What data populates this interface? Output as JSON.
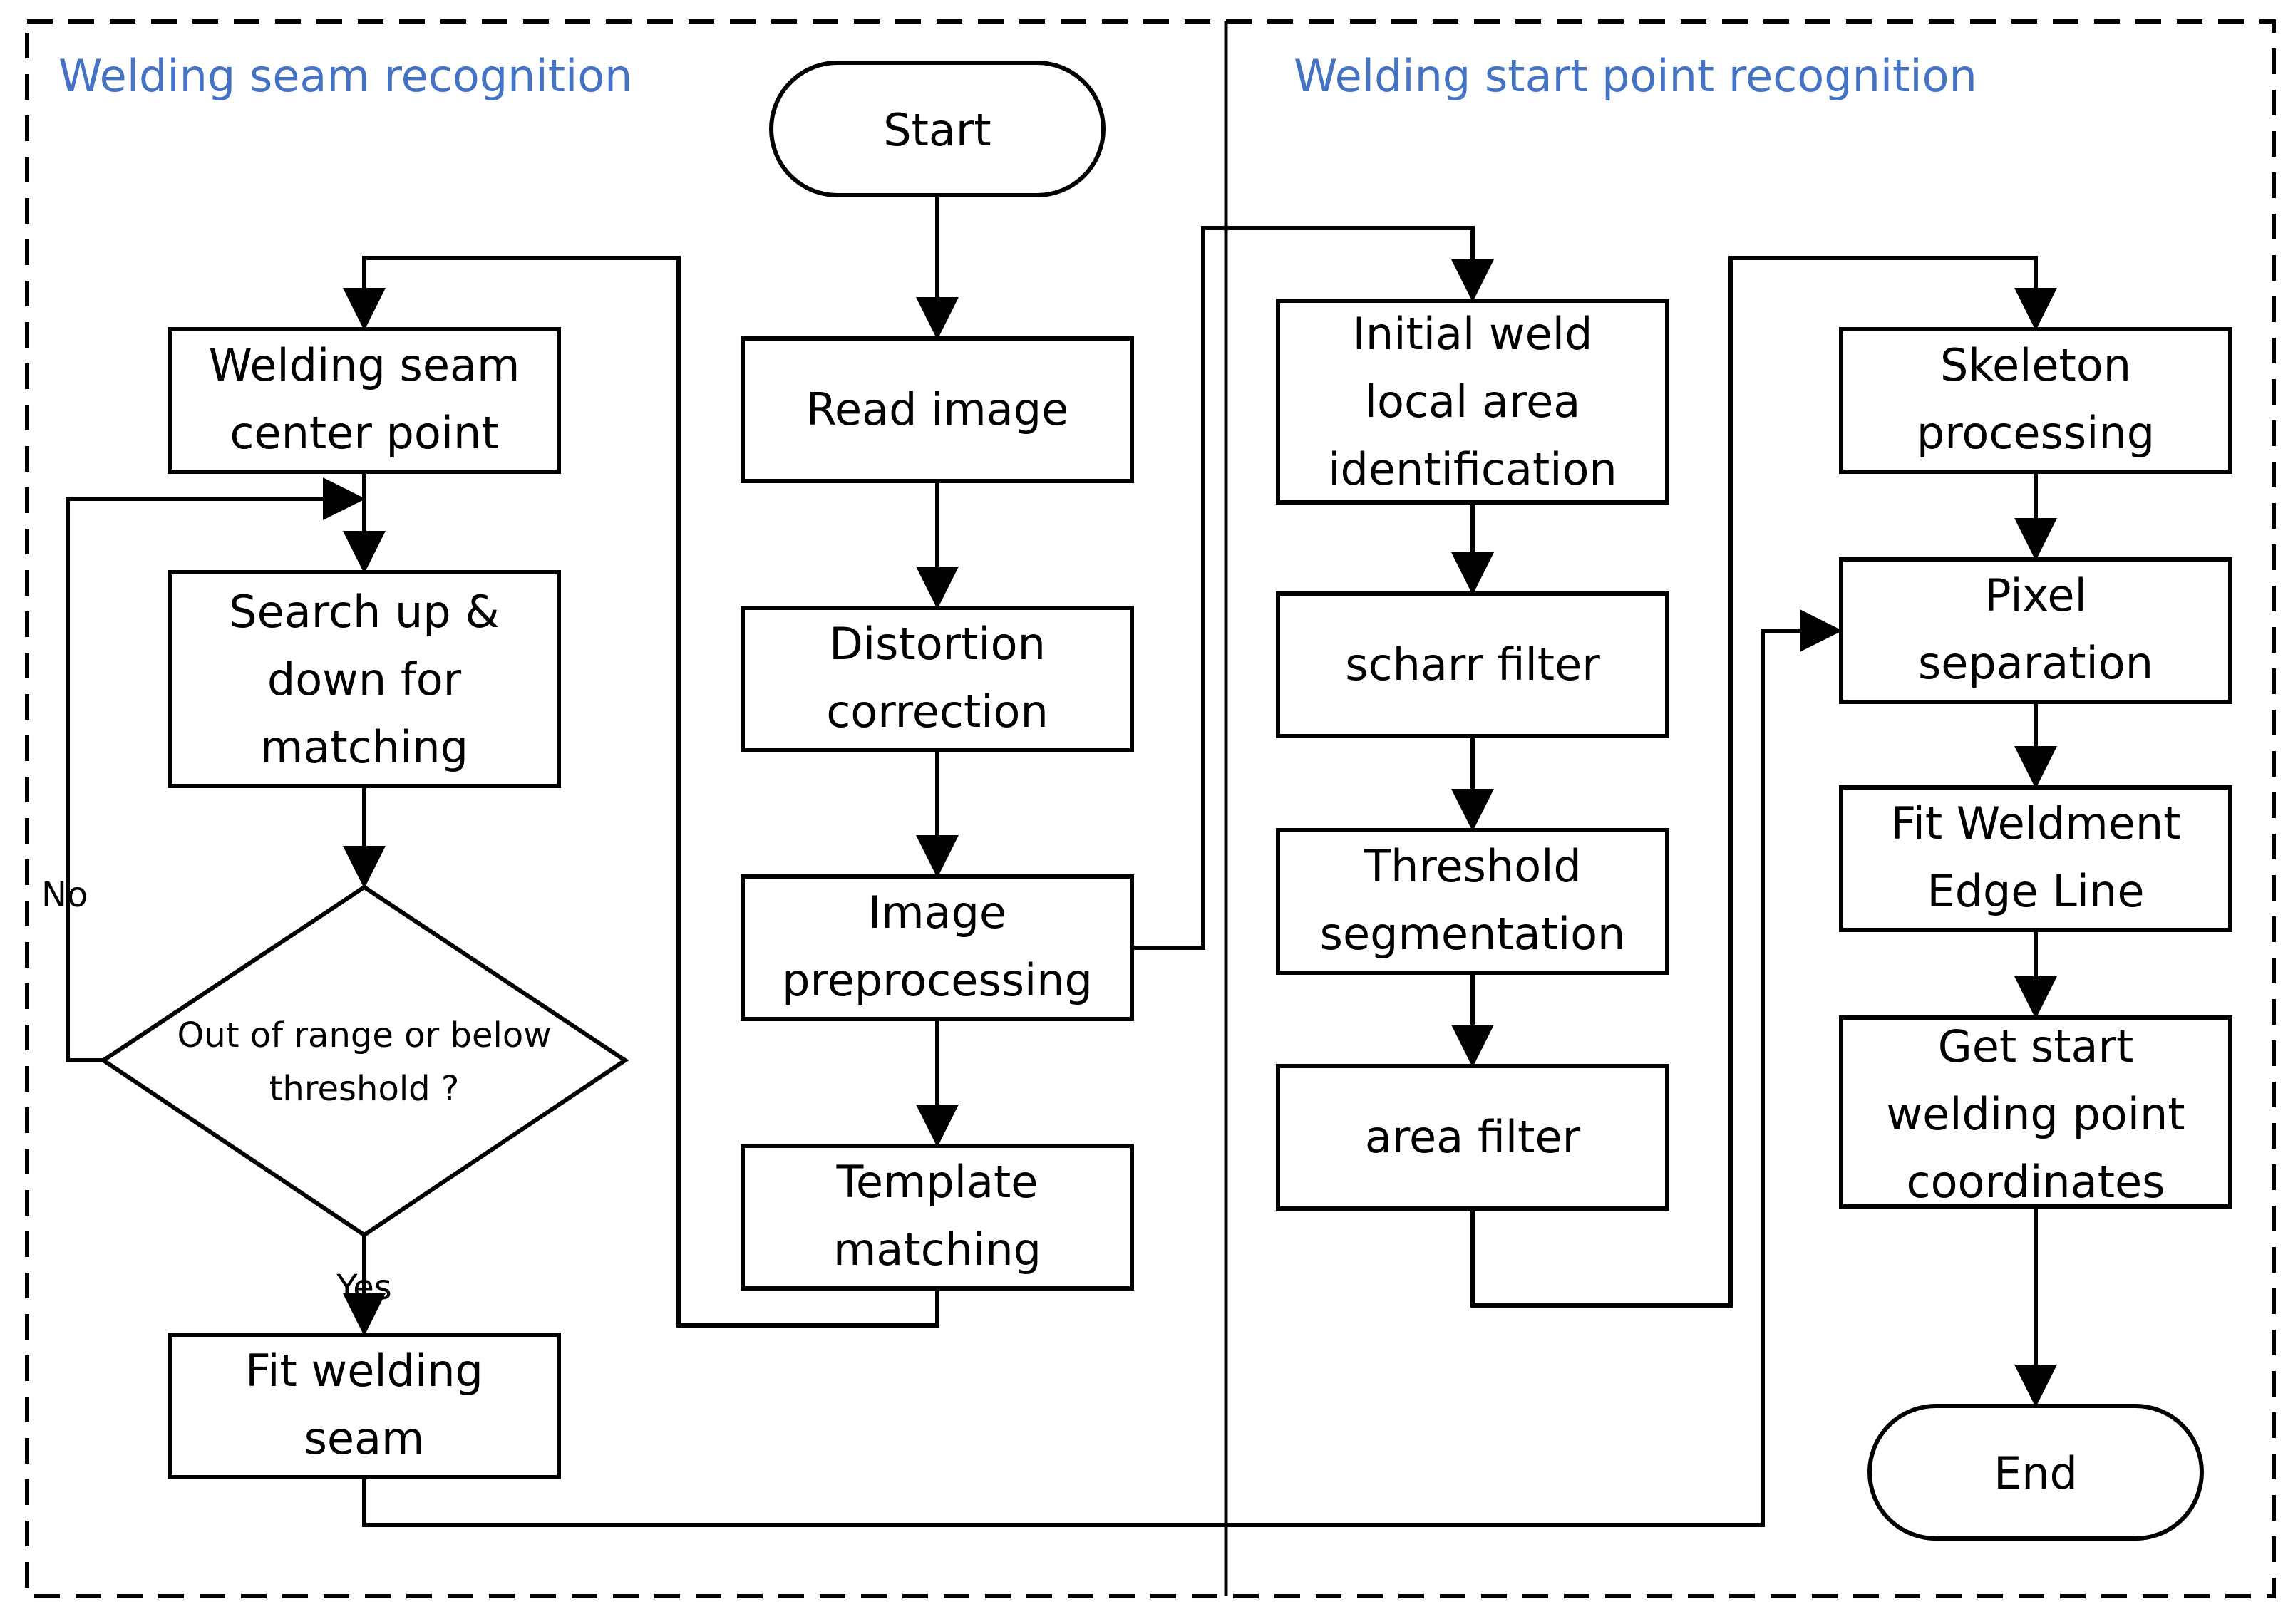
{
  "colors": {
    "section_title": "#4472C4",
    "stroke": "#000000",
    "background": "#ffffff"
  },
  "sections": {
    "left_title": "Welding seam recognition",
    "right_title": "Welding start point recognition"
  },
  "nodes": {
    "start": "Start",
    "read_image": "Read image",
    "distortion_correction": [
      "Distortion",
      "correction"
    ],
    "image_preprocessing": [
      "Image",
      "preprocessing"
    ],
    "template_matching": [
      "Template",
      "matching"
    ],
    "welding_seam_center_point": [
      "Welding seam",
      "center point"
    ],
    "search_up_down": [
      "Search up &",
      "down for",
      "matching"
    ],
    "out_of_range_decision": [
      "Out of range or below",
      "threshold ?"
    ],
    "fit_welding_seam": [
      "Fit welding",
      "seam"
    ],
    "initial_weld_local_area": [
      "Initial weld",
      "local area",
      "identification"
    ],
    "scharr_filter": "scharr filter",
    "threshold_segmentation": [
      "Threshold",
      "segmentation"
    ],
    "area_filter": "area filter",
    "skeleton_processing": [
      "Skeleton",
      "processing"
    ],
    "pixel_separation": [
      "Pixel",
      "separation"
    ],
    "fit_weldment_edge_line": [
      "Fit Weldment",
      "Edge Line"
    ],
    "get_start_welding_point": [
      "Get start",
      "welding point",
      "coordinates"
    ],
    "end": "End"
  },
  "edge_labels": {
    "no": "No",
    "yes": "Yes"
  }
}
